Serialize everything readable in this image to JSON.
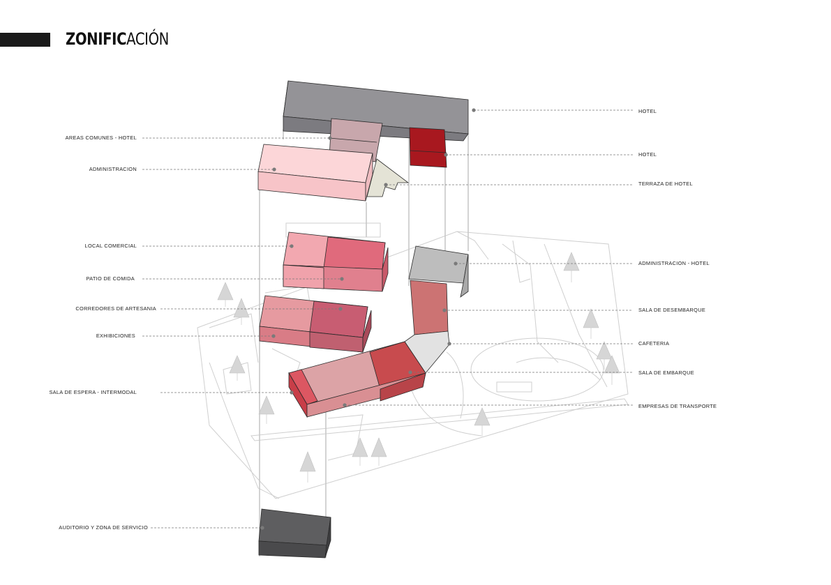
{
  "title": {
    "bold": "ZONIFIC",
    "light": "ACIÓN"
  },
  "labels_left": [
    "AREAS COMUNES - HOTEL",
    "ADMINISTRACION",
    "LOCAL COMERCIAL",
    "PATIO DE COMIDA",
    "CORREDORES DE ARTESANIA",
    "EXHIBICIONES",
    "SALA DE ESPERA - INTERMODAL",
    "AUDITORIO Y ZONA DE SERVICIO"
  ],
  "labels_right": [
    "HOTEL",
    "HOTEL",
    "TERRAZA DE HOTEL",
    "ADMINISTRACION - HOTEL",
    "SALA DE DESEMBARQUE",
    "CAFETERIA",
    "SALA DE EMBARQUE",
    "EMPRESAS DE TRANSPORTE"
  ],
  "colors": {
    "hotel_grey": "#949397",
    "hotel_red": "#a8181f",
    "areas_comunes": "#c8a7ac",
    "administracion": "#fcd6d8",
    "terraza": "#e4e3d6",
    "local_comercial": "#f2a8b0",
    "patio_comida": "#e06a7c",
    "corredores": "#c85d72",
    "exhibiciones": "#e69aa0",
    "sala_espera": "#dc5762",
    "sala_embarque": "#c84b4e",
    "empresas": "#dca3a6",
    "sala_desembarque": "#cc7373",
    "cafeteria": "#e2e2e2",
    "admin_hotel": "#bdbdbd",
    "auditorio": "#5e5e60"
  }
}
